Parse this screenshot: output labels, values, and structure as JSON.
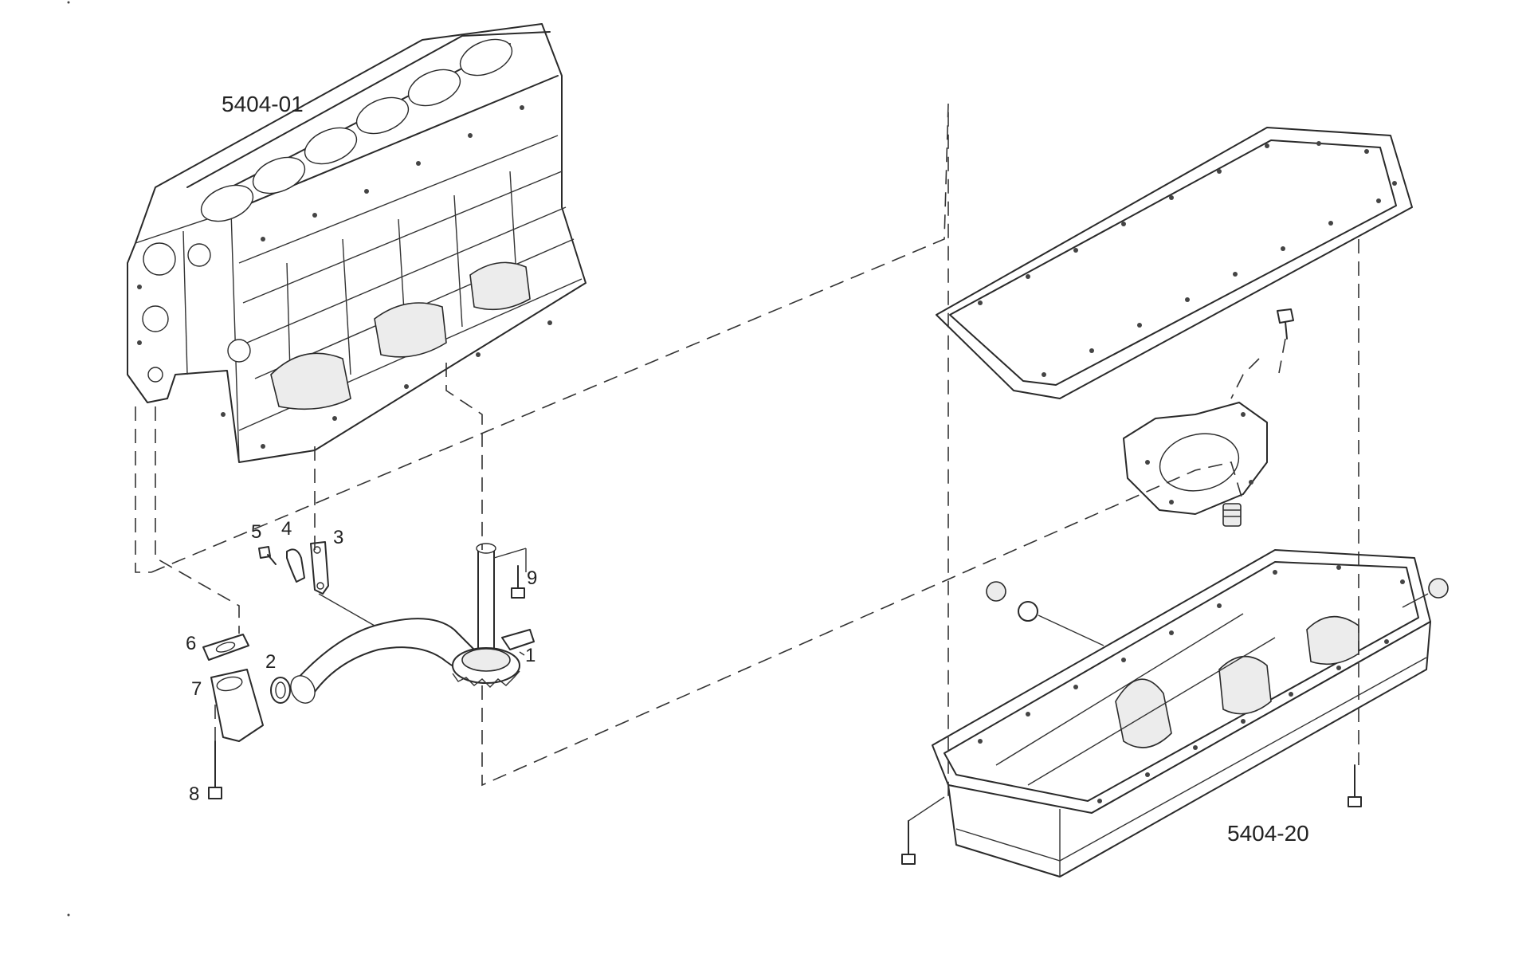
{
  "groups": {
    "block": "5404-01",
    "pan": "5404-20"
  },
  "callouts": {
    "c1": "1",
    "c2": "2",
    "c3": "3",
    "c4": "4",
    "c5": "5",
    "c6": "6",
    "c7": "7",
    "c8": "8",
    "c9": "9"
  },
  "colors": {
    "line": "#2a2a2a",
    "background": "#ffffff"
  }
}
